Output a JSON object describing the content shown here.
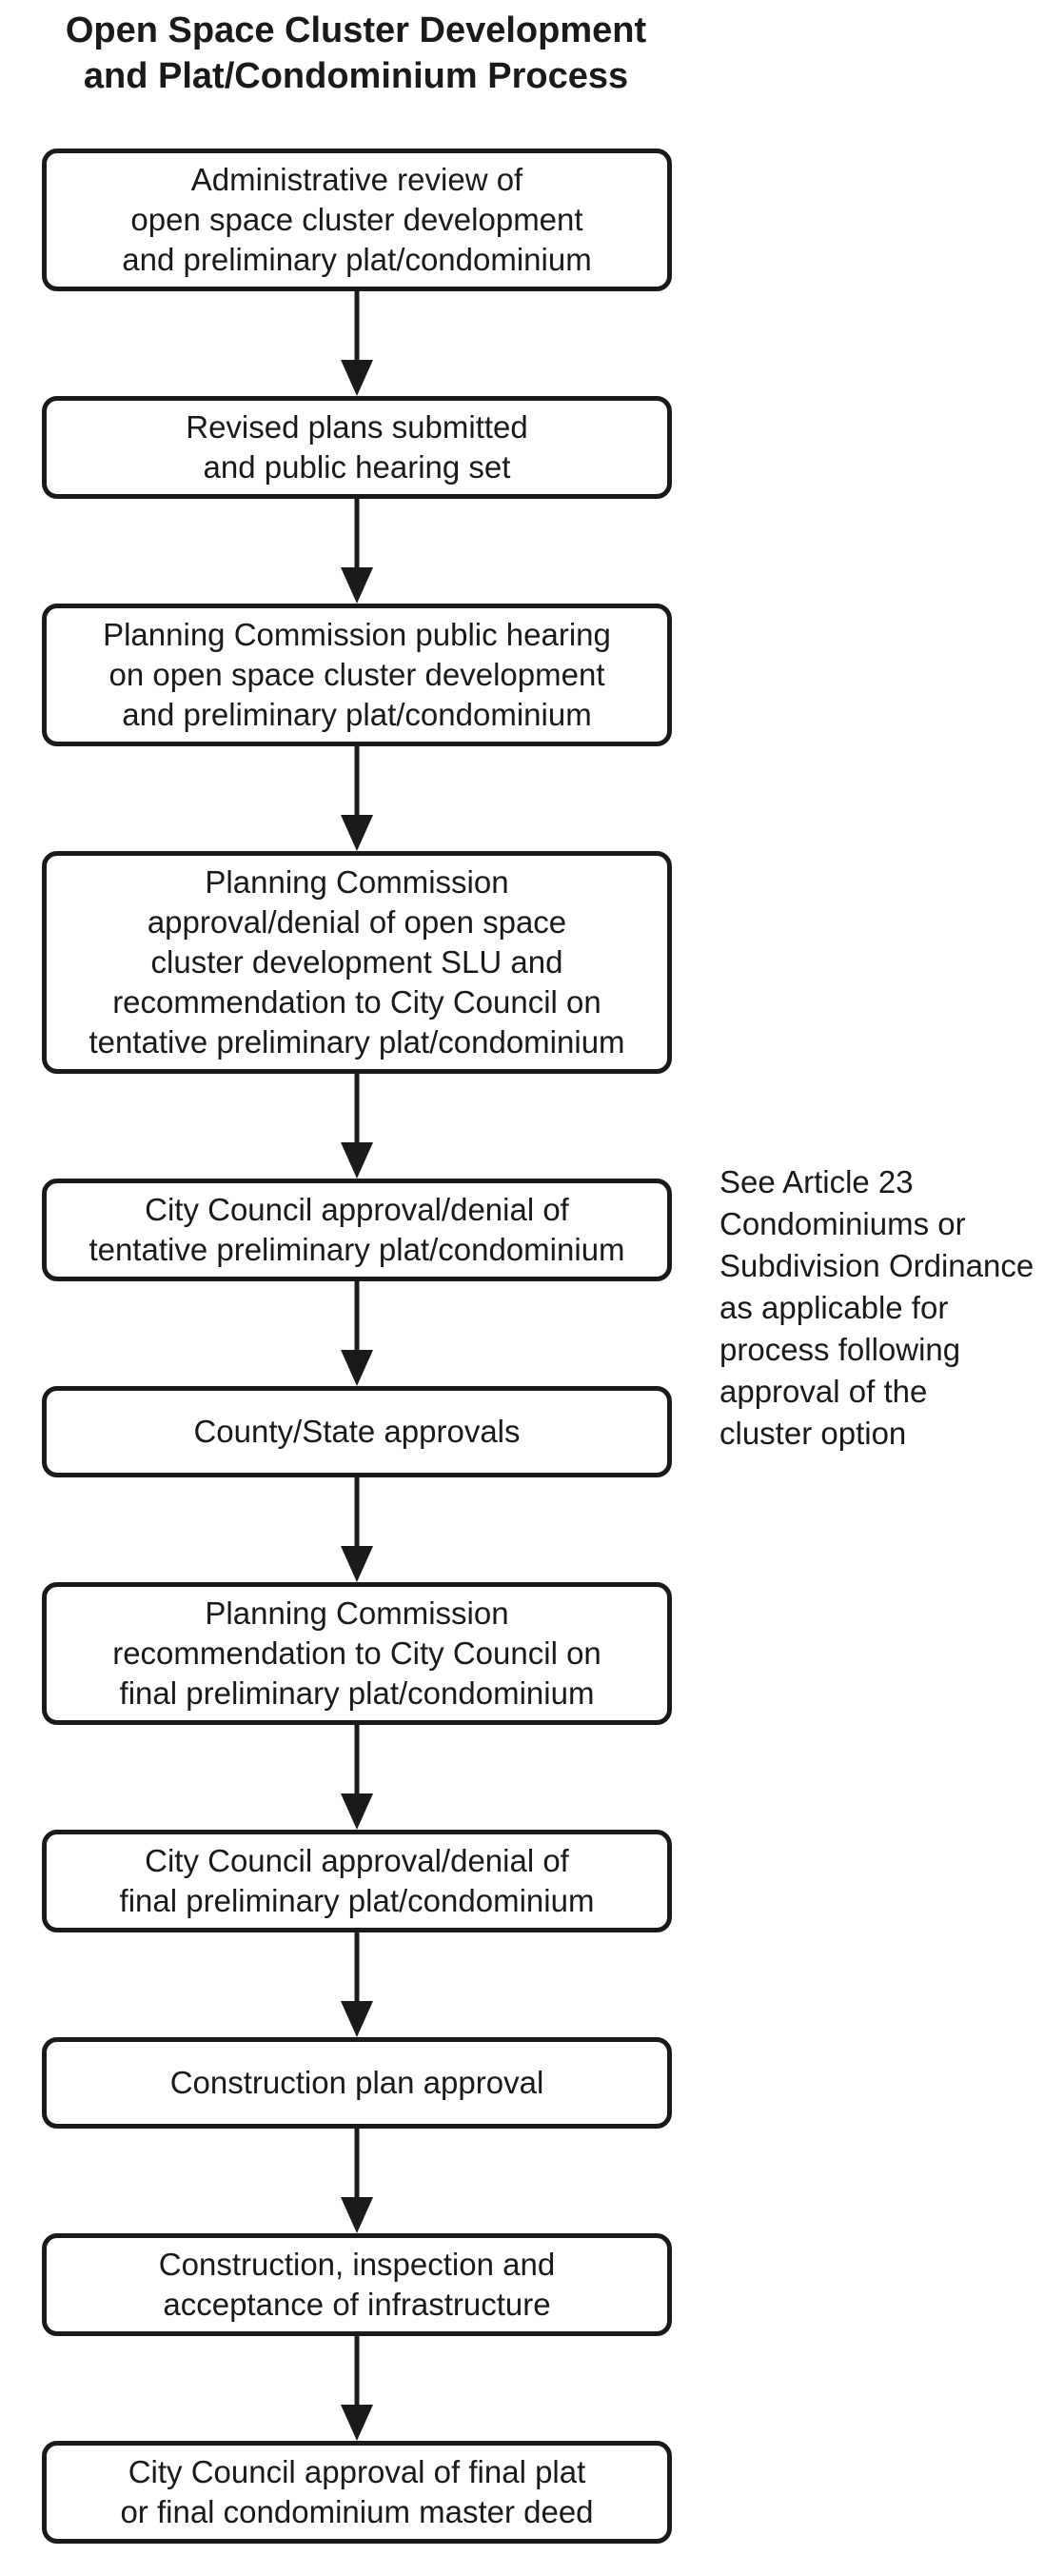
{
  "title": "Open Space Cluster Development\nand Plat/Condominium Process",
  "steps": [
    {
      "text": "Administrative review of\nopen space cluster development\nand preliminary plat/condominium"
    },
    {
      "text": "Revised plans submitted\nand public hearing set"
    },
    {
      "text": "Planning Commission public hearing\non open space cluster development\nand preliminary plat/condominium"
    },
    {
      "text": "Planning Commission\napproval/denial of open space\ncluster development SLU and\nrecommendation to City Council on\ntentative preliminary plat/condominium"
    },
    {
      "text": "City Council approval/denial of\ntentative preliminary plat/condominium"
    },
    {
      "text": "County/State approvals"
    },
    {
      "text": "Planning Commission\nrecommendation to City Council on\nfinal preliminary plat/condominium"
    },
    {
      "text": "City Council approval/denial of\nfinal preliminary plat/condominium"
    },
    {
      "text": "Construction plan approval"
    },
    {
      "text": "Construction, inspection and\nacceptance of infrastructure"
    },
    {
      "text": "City Council approval of final plat\nor final condominium master deed"
    }
  ],
  "side_note": "See Article 23\nCondominiums or\nSubdivision Ordinance\nas applicable for\nprocess following\napproval of the\ncluster option",
  "colors": {
    "ink": "#1a1a1a",
    "background": "#ffffff"
  }
}
